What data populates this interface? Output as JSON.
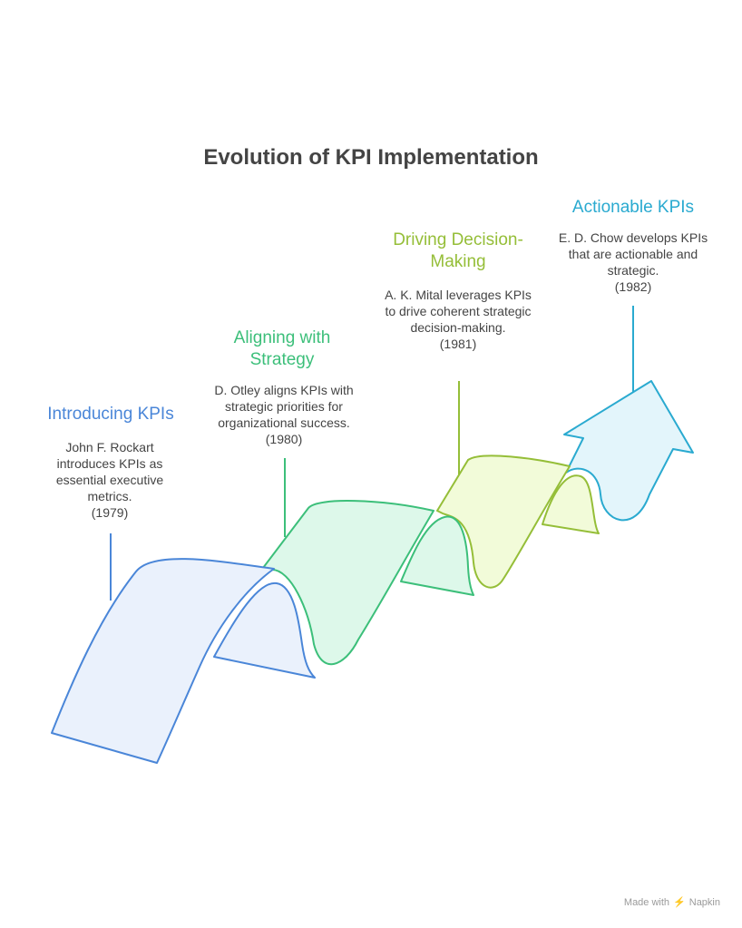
{
  "title": "Evolution of KPI Implementation",
  "stages": [
    {
      "title": "Introducing KPIs",
      "desc": "John F. Rockart introduces KPIs as essential executive metrics.",
      "year": "(1979)",
      "color": "#4a86d8",
      "fill": "#eaf1fc"
    },
    {
      "title": "Aligning with Strategy",
      "desc": "D. Otley aligns KPIs with strategic priorities for organizational success.",
      "year": "(1980)",
      "color": "#3cbf7a",
      "fill": "#ddf8ea"
    },
    {
      "title": "Driving Decision-Making",
      "desc": "A. K. Mital leverages KPIs to drive coherent strategic decision-making.",
      "year": "(1981)",
      "color": "#95be38",
      "fill": "#f2fbd9"
    },
    {
      "title": "Actionable KPIs",
      "desc": "E. D. Chow develops KPIs that are actionable and strategic.",
      "year": "(1982)",
      "color": "#2aaad0",
      "fill": "#e3f5fb"
    }
  ],
  "footer": {
    "made_with": "Made with",
    "brand": "Napkin",
    "logo_icon": "napkin-logo-icon"
  }
}
